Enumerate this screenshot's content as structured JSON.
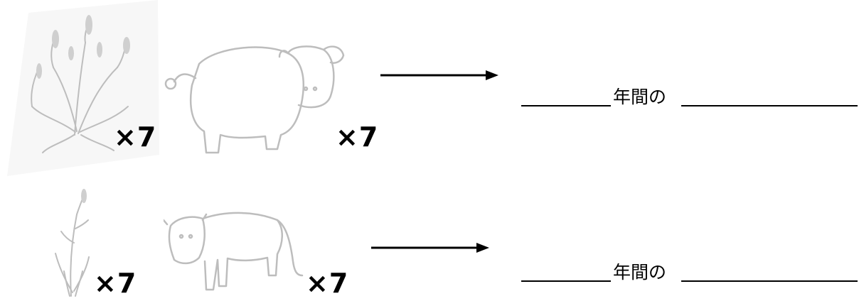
{
  "rows": [
    {
      "plant_icon": "healthy-grain-plant-icon",
      "animal_icon": "fat-cow-icon",
      "plant_count": "×7",
      "animal_count": "×7",
      "answer_suffix": "年間の"
    },
    {
      "plant_icon": "withered-grain-plant-icon",
      "animal_icon": "thin-cow-icon",
      "plant_count": "×7",
      "animal_count": "×7",
      "answer_suffix": "年間の"
    }
  ]
}
